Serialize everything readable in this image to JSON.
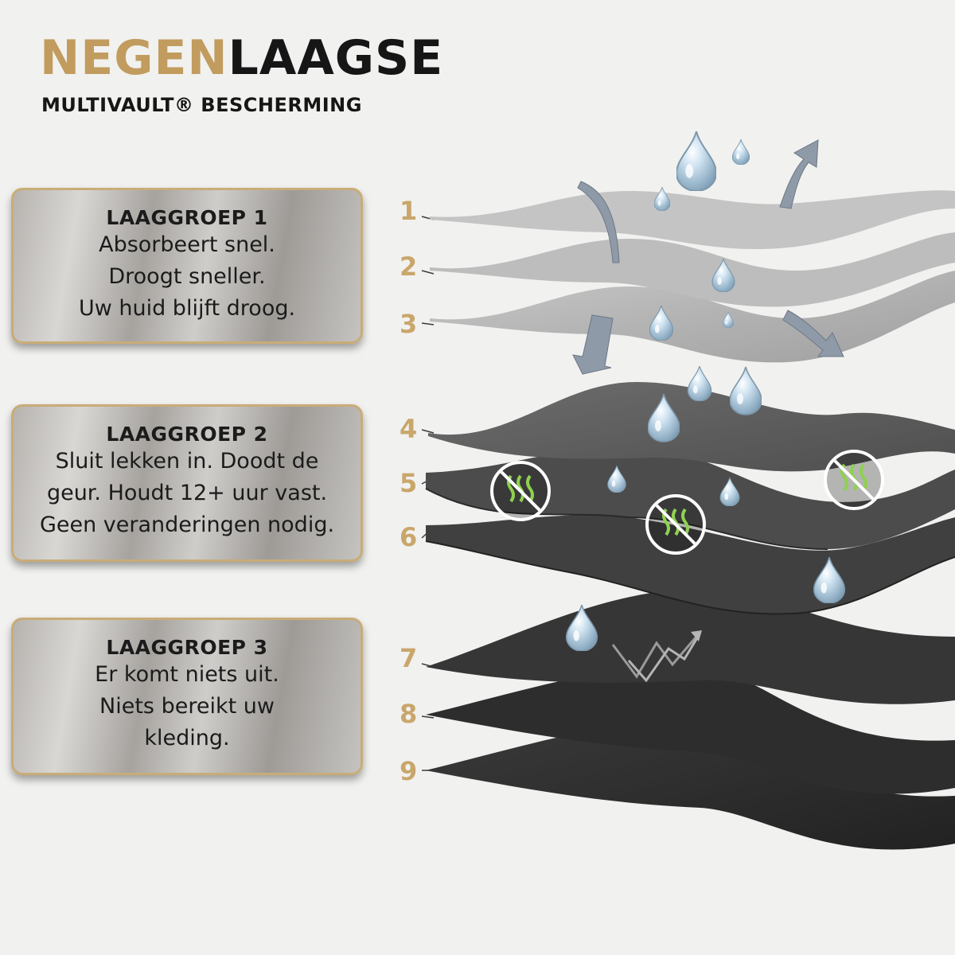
{
  "header": {
    "title_gold": "NEGEN",
    "title_dark": "LAAGSE",
    "subtitle": "MULTIVAULT® BESCHERMING"
  },
  "groups": [
    {
      "title": "LAAGGROEP 1",
      "lines": [
        "Absorbeert snel.",
        "Droogt sneller.",
        "Uw huid blijft droog."
      ]
    },
    {
      "title": "LAAGGROEP 2",
      "lines": [
        "Sluit lekken in. Doodt de",
        "geur. Houdt 12+ uur vast.",
        "Geen veranderingen nodig."
      ]
    },
    {
      "title": "LAAGGROEP 3",
      "lines": [
        "Er komt niets uit.",
        "Niets bereikt uw",
        "kleding."
      ]
    }
  ],
  "layer_numbers": [
    "1",
    "2",
    "3",
    "4",
    "5",
    "6",
    "7",
    "8",
    "9"
  ],
  "colors": {
    "gold": "#c19c5e",
    "number_gold": "#c9a66b",
    "panel_border": "#c9ac77",
    "odor_green": "#8fd14f"
  },
  "icons": [
    "water-drop-icon",
    "airflow-arrow-icon",
    "no-odor-icon",
    "bounce-arrow-icon"
  ]
}
